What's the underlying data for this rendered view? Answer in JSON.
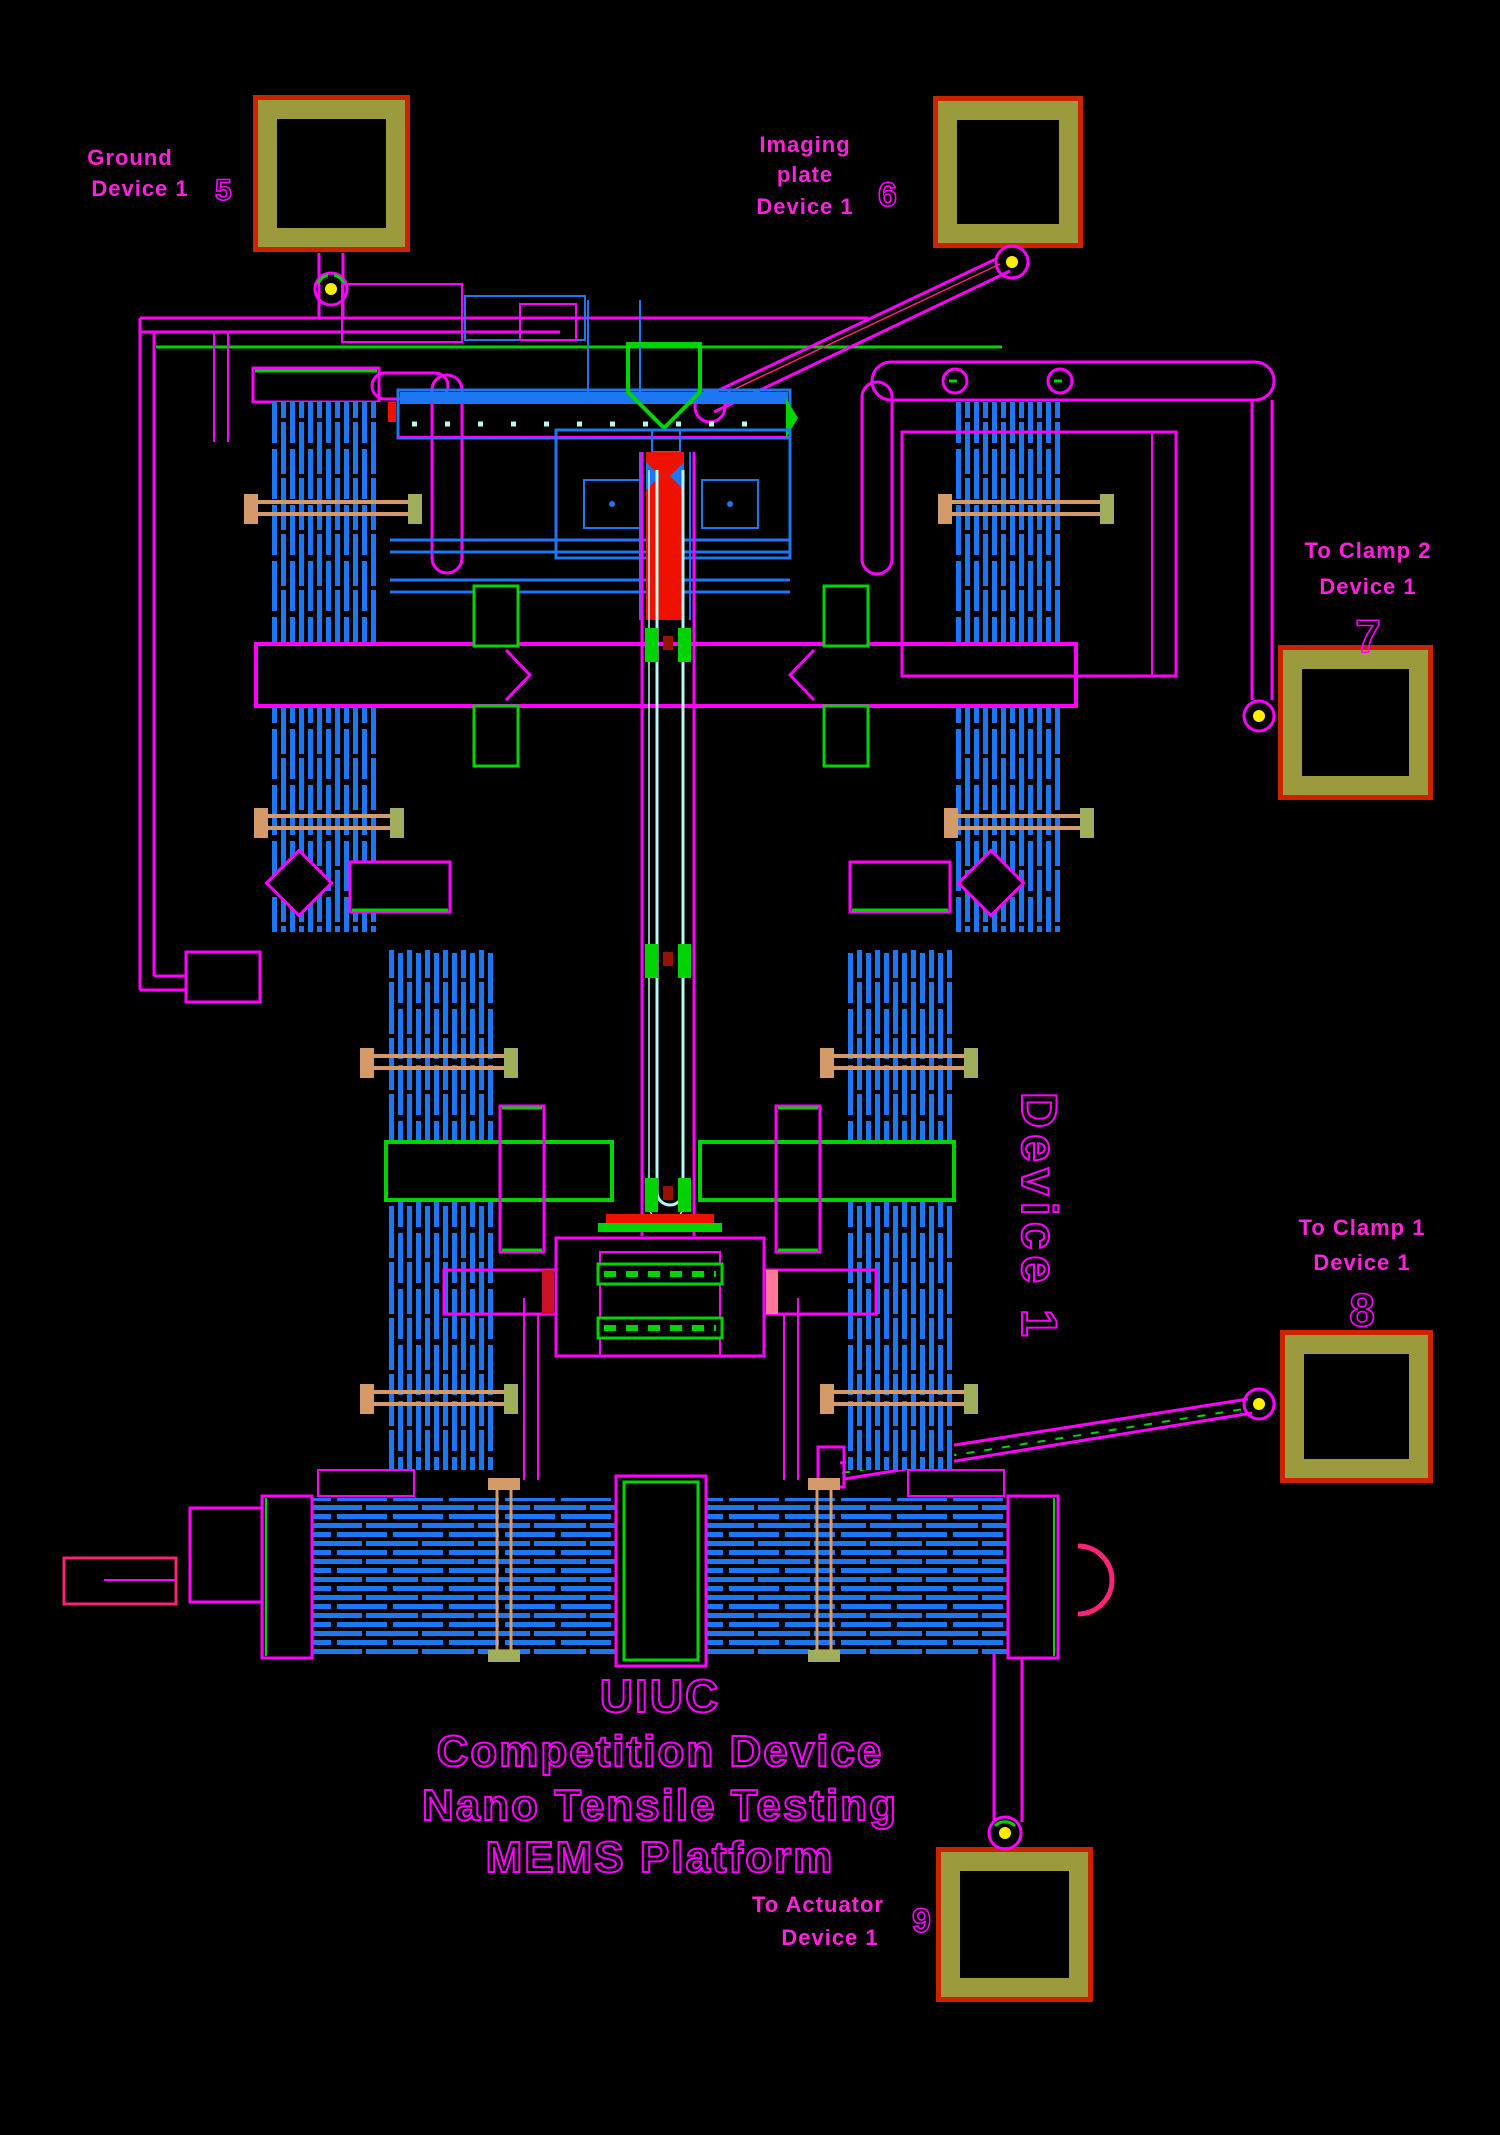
{
  "title": {
    "line1": "UIUC",
    "line2": "Competition Device",
    "line3": "Nano Tensile Testing",
    "line4": "MEMS Platform"
  },
  "labels": {
    "ground": {
      "line1": "Ground",
      "line2": "Device 1",
      "num": "5"
    },
    "imaging": {
      "line1": "Imaging",
      "line2": "plate",
      "line3": "Device 1",
      "num": "6"
    },
    "clamp2": {
      "line1": "To Clamp 2",
      "line2": "Device 1",
      "num": "7"
    },
    "clamp1": {
      "line1": "To Clamp 1",
      "line2": "Device 1",
      "num": "8"
    },
    "actuator": {
      "line1": "To Actuator",
      "line2": "Device 1",
      "num": "9"
    },
    "device": {
      "text": "Device 1"
    }
  },
  "colors": {
    "magenta": "#ff00ff",
    "labeltext": "#ff22dd",
    "pink": "#ff2277",
    "blue": "#1d76f2",
    "lightblue": "#2e8bff",
    "cyan": "#b8f6f0",
    "green": "#00d400",
    "red": "#ee1100",
    "darkred": "#cc2200",
    "olive": "#9b9b3e",
    "olive2": "#9fae5a",
    "tan": "#d49a6a",
    "yellow": "#ffee00"
  }
}
